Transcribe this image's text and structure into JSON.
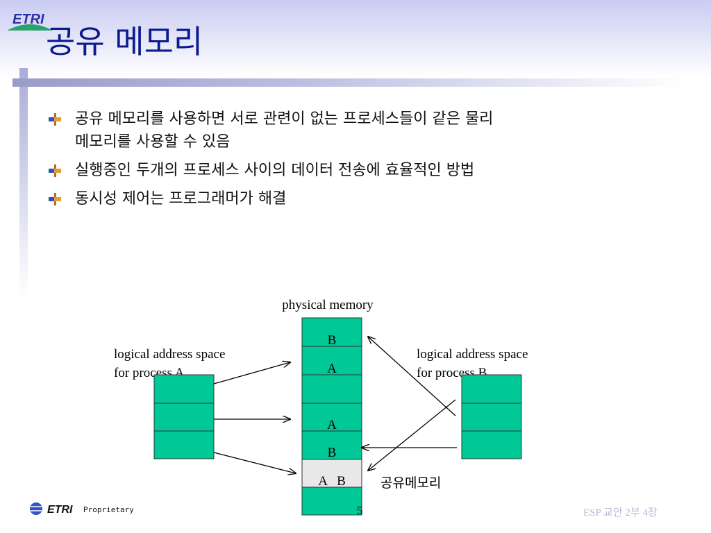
{
  "slide": {
    "logo_text": "ETRI",
    "title": "공유 메모리",
    "bullets": [
      {
        "line1": "공유 메모리를 사용하면 서로 관련이 없는 프로세스들이 같은 물리",
        "line2": "메모리를 사용할 수 있음"
      },
      {
        "line1": "실행중인 두개의 프로세스 사이의 데이터 전송에 효율적인 방법",
        "line2": ""
      },
      {
        "line1": "동시성 제어는 프로그래머가 해결",
        "line2": ""
      }
    ]
  },
  "diagram": {
    "physical_label": "physical memory",
    "left_label_1": "logical address space",
    "left_label_2": "for process A",
    "right_label_1": "logical address space",
    "right_label_2": "for process B",
    "physical_cells": [
      "B",
      "A",
      "",
      "A",
      "B",
      "A   B",
      ""
    ],
    "shared_label": "공유메모리",
    "colors": {
      "cell_green": "#00c896",
      "shared_gray": "#e8e8e8",
      "title_blue": "#0b1a8c"
    }
  },
  "footer": {
    "logo_text": "ETRI",
    "proprietary": "Proprietary",
    "page_number": "5",
    "course": "ESP 교안 2부 4장"
  }
}
